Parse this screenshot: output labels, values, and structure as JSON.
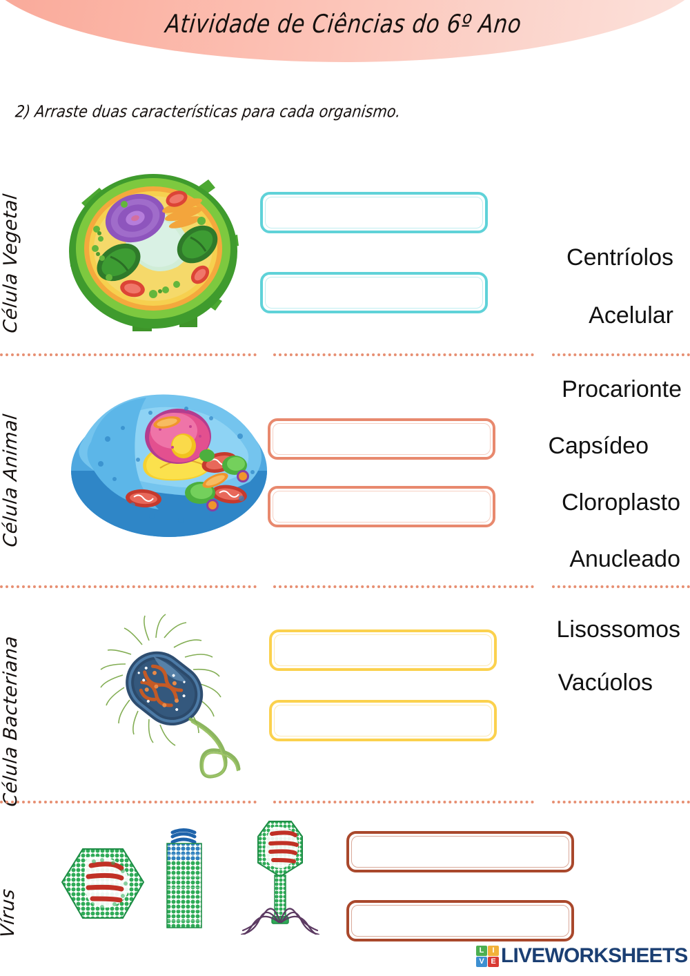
{
  "header": {
    "title": "Atividade de Ciências do 6º Ano",
    "accent_color": "#f8a696"
  },
  "instruction": {
    "text": "2) Arraste duas características para cada organismo."
  },
  "rows": [
    {
      "id": "plant",
      "label": "Célula Vegetal",
      "illustration": "plant-cell-illustration",
      "box_color": "#5fd2d8",
      "drop_boxes": [
        "",
        ""
      ]
    },
    {
      "id": "animal",
      "label": "Célula Animal",
      "illustration": "animal-cell-illustration",
      "box_color": "#e8896e",
      "drop_boxes": [
        "",
        ""
      ]
    },
    {
      "id": "bacteria",
      "label": "Célula Bacteriana",
      "illustration": "bacteria-cell-illustration",
      "box_color": "#fbd14d",
      "drop_boxes": [
        "",
        ""
      ]
    },
    {
      "id": "virus",
      "label": "Vírus",
      "illustration": "virus-illustration",
      "box_color": "#a9482c",
      "drop_boxes": [
        "",
        ""
      ]
    }
  ],
  "word_bank": [
    "Centríolos",
    "Acelular",
    "Procarionte",
    "Capsídeo",
    "Cloroplasto",
    "Anucleado",
    "Lisossomos",
    "Vacúolos"
  ],
  "footer": {
    "logo_tiles": [
      "LI",
      "VE"
    ],
    "logo_tile_letters": [
      "L",
      "I",
      "V",
      "E"
    ],
    "logo_text": "LIVEWORKSHEETS",
    "logo_color": "#1b3f73"
  }
}
